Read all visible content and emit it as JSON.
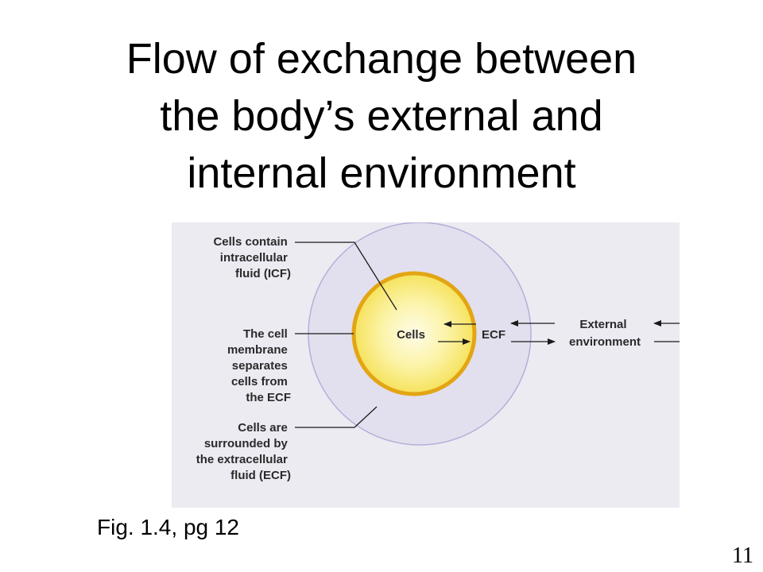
{
  "slide": {
    "title_lines": [
      "Flow of exchange between",
      "the body’s external and",
      "internal environment"
    ],
    "caption": "Fig. 1.4, pg 12",
    "page_number": "11"
  },
  "diagram": {
    "labels": {
      "icf": [
        "Cells contain",
        "intracellular",
        "fluid (ICF)"
      ],
      "membrane": [
        "The cell",
        "membrane",
        "separates",
        "cells from",
        "the ECF"
      ],
      "ecf": [
        "Cells are",
        "surrounded by",
        "the extracellular",
        "fluid (ECF)"
      ]
    },
    "cells": "Cells",
    "ecf_node": "ECF",
    "external": [
      "External",
      "environment"
    ]
  },
  "colors": {
    "panel_bg": "#ecebf2",
    "outer_fill": "#e2e0ee",
    "outer_stroke": "#b2b0d8",
    "membrane": "#e3a514",
    "cell_core": "#fefce8",
    "cell_edge": "#f6e25c",
    "line": "#1a1a1a"
  }
}
